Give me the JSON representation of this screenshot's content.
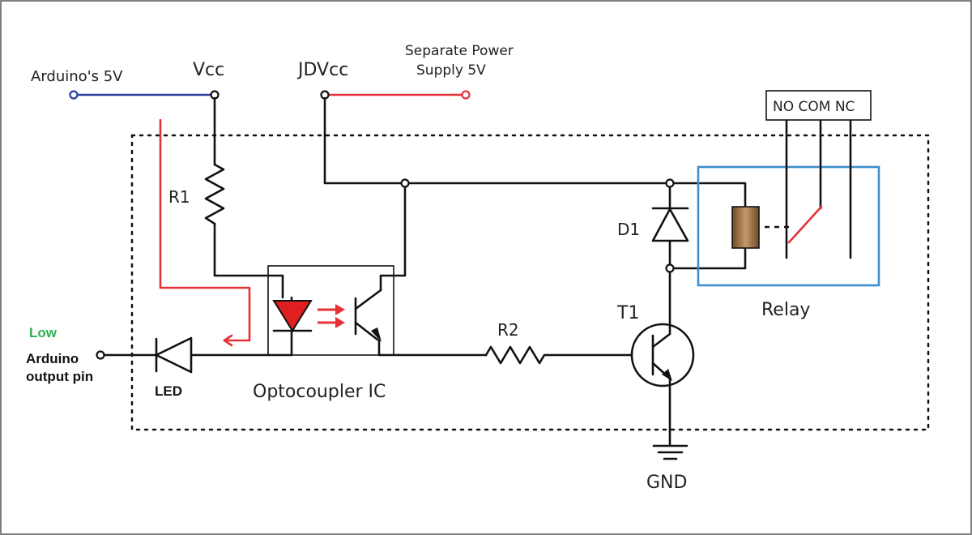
{
  "labels": {
    "arduino_5v": "Arduino's 5V",
    "vcc": "Vcc",
    "jdvcc": "JDVcc",
    "supply_line1": "Separate Power",
    "supply_line2": "Supply 5V",
    "r1": "R1",
    "r2": "R2",
    "d1": "D1",
    "t1": "T1",
    "low": "Low",
    "arduino_pin_line1": "Arduino",
    "arduino_pin_line2": "output pin",
    "led": "LED",
    "optocoupler": "Optocoupler IC",
    "relay": "Relay",
    "gnd": "GND",
    "relay_terminals": "NO COM NC"
  },
  "colors": {
    "wire": "#111111",
    "arduino_5v_wire": "#2a3f9d",
    "supply_wire": "#e53238",
    "current_path": "#e53238",
    "led_fill": "#e02020",
    "relay_box": "#3b8fd0",
    "low_text": "#2bb24c",
    "coil": "#a87a4a"
  }
}
